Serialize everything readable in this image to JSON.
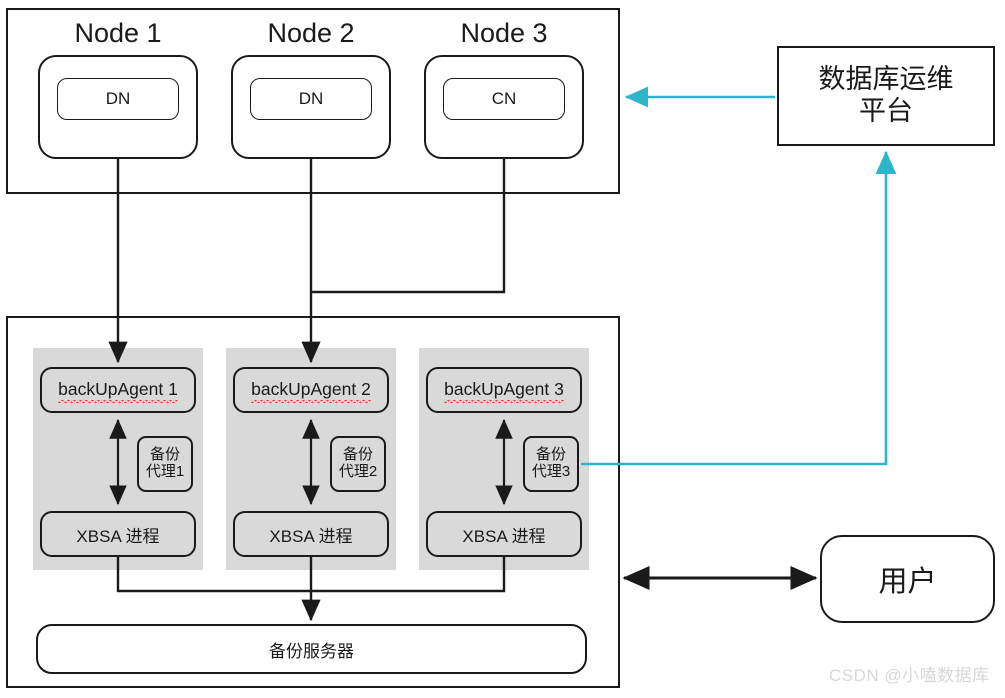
{
  "diagram": {
    "title_hidden": "",
    "colors": {
      "stroke": "#1a1a1a",
      "panel_gray": "#d9d9d9",
      "accent_cyan": "#2eb5c9",
      "spellcheck_red": "#e8453c",
      "watermark": "#d8d8d8"
    },
    "cluster": {
      "nodes": [
        {
          "title": "Node 1",
          "role": "DN"
        },
        {
          "title": "Node 2",
          "role": "DN"
        },
        {
          "title": "Node 3",
          "role": "CN"
        }
      ]
    },
    "backup_panel": {
      "columns": [
        {
          "agent": "backUpAgent 1",
          "tag_line1": "备份",
          "tag_line2": "代理1",
          "process": "XBSA 进程"
        },
        {
          "agent": "backUpAgent 2",
          "tag_line1": "备份",
          "tag_line2": "代理2",
          "process": "XBSA 进程"
        },
        {
          "agent": "backUpAgent 3",
          "tag_line1": "备份",
          "tag_line2": "代理3",
          "process": "XBSA 进程"
        }
      ],
      "backup_server": "备份服务器"
    },
    "platform": {
      "line1": "数据库运维",
      "line2": "平台"
    },
    "user": "用户",
    "watermark": "CSDN @小嗑数据库"
  }
}
